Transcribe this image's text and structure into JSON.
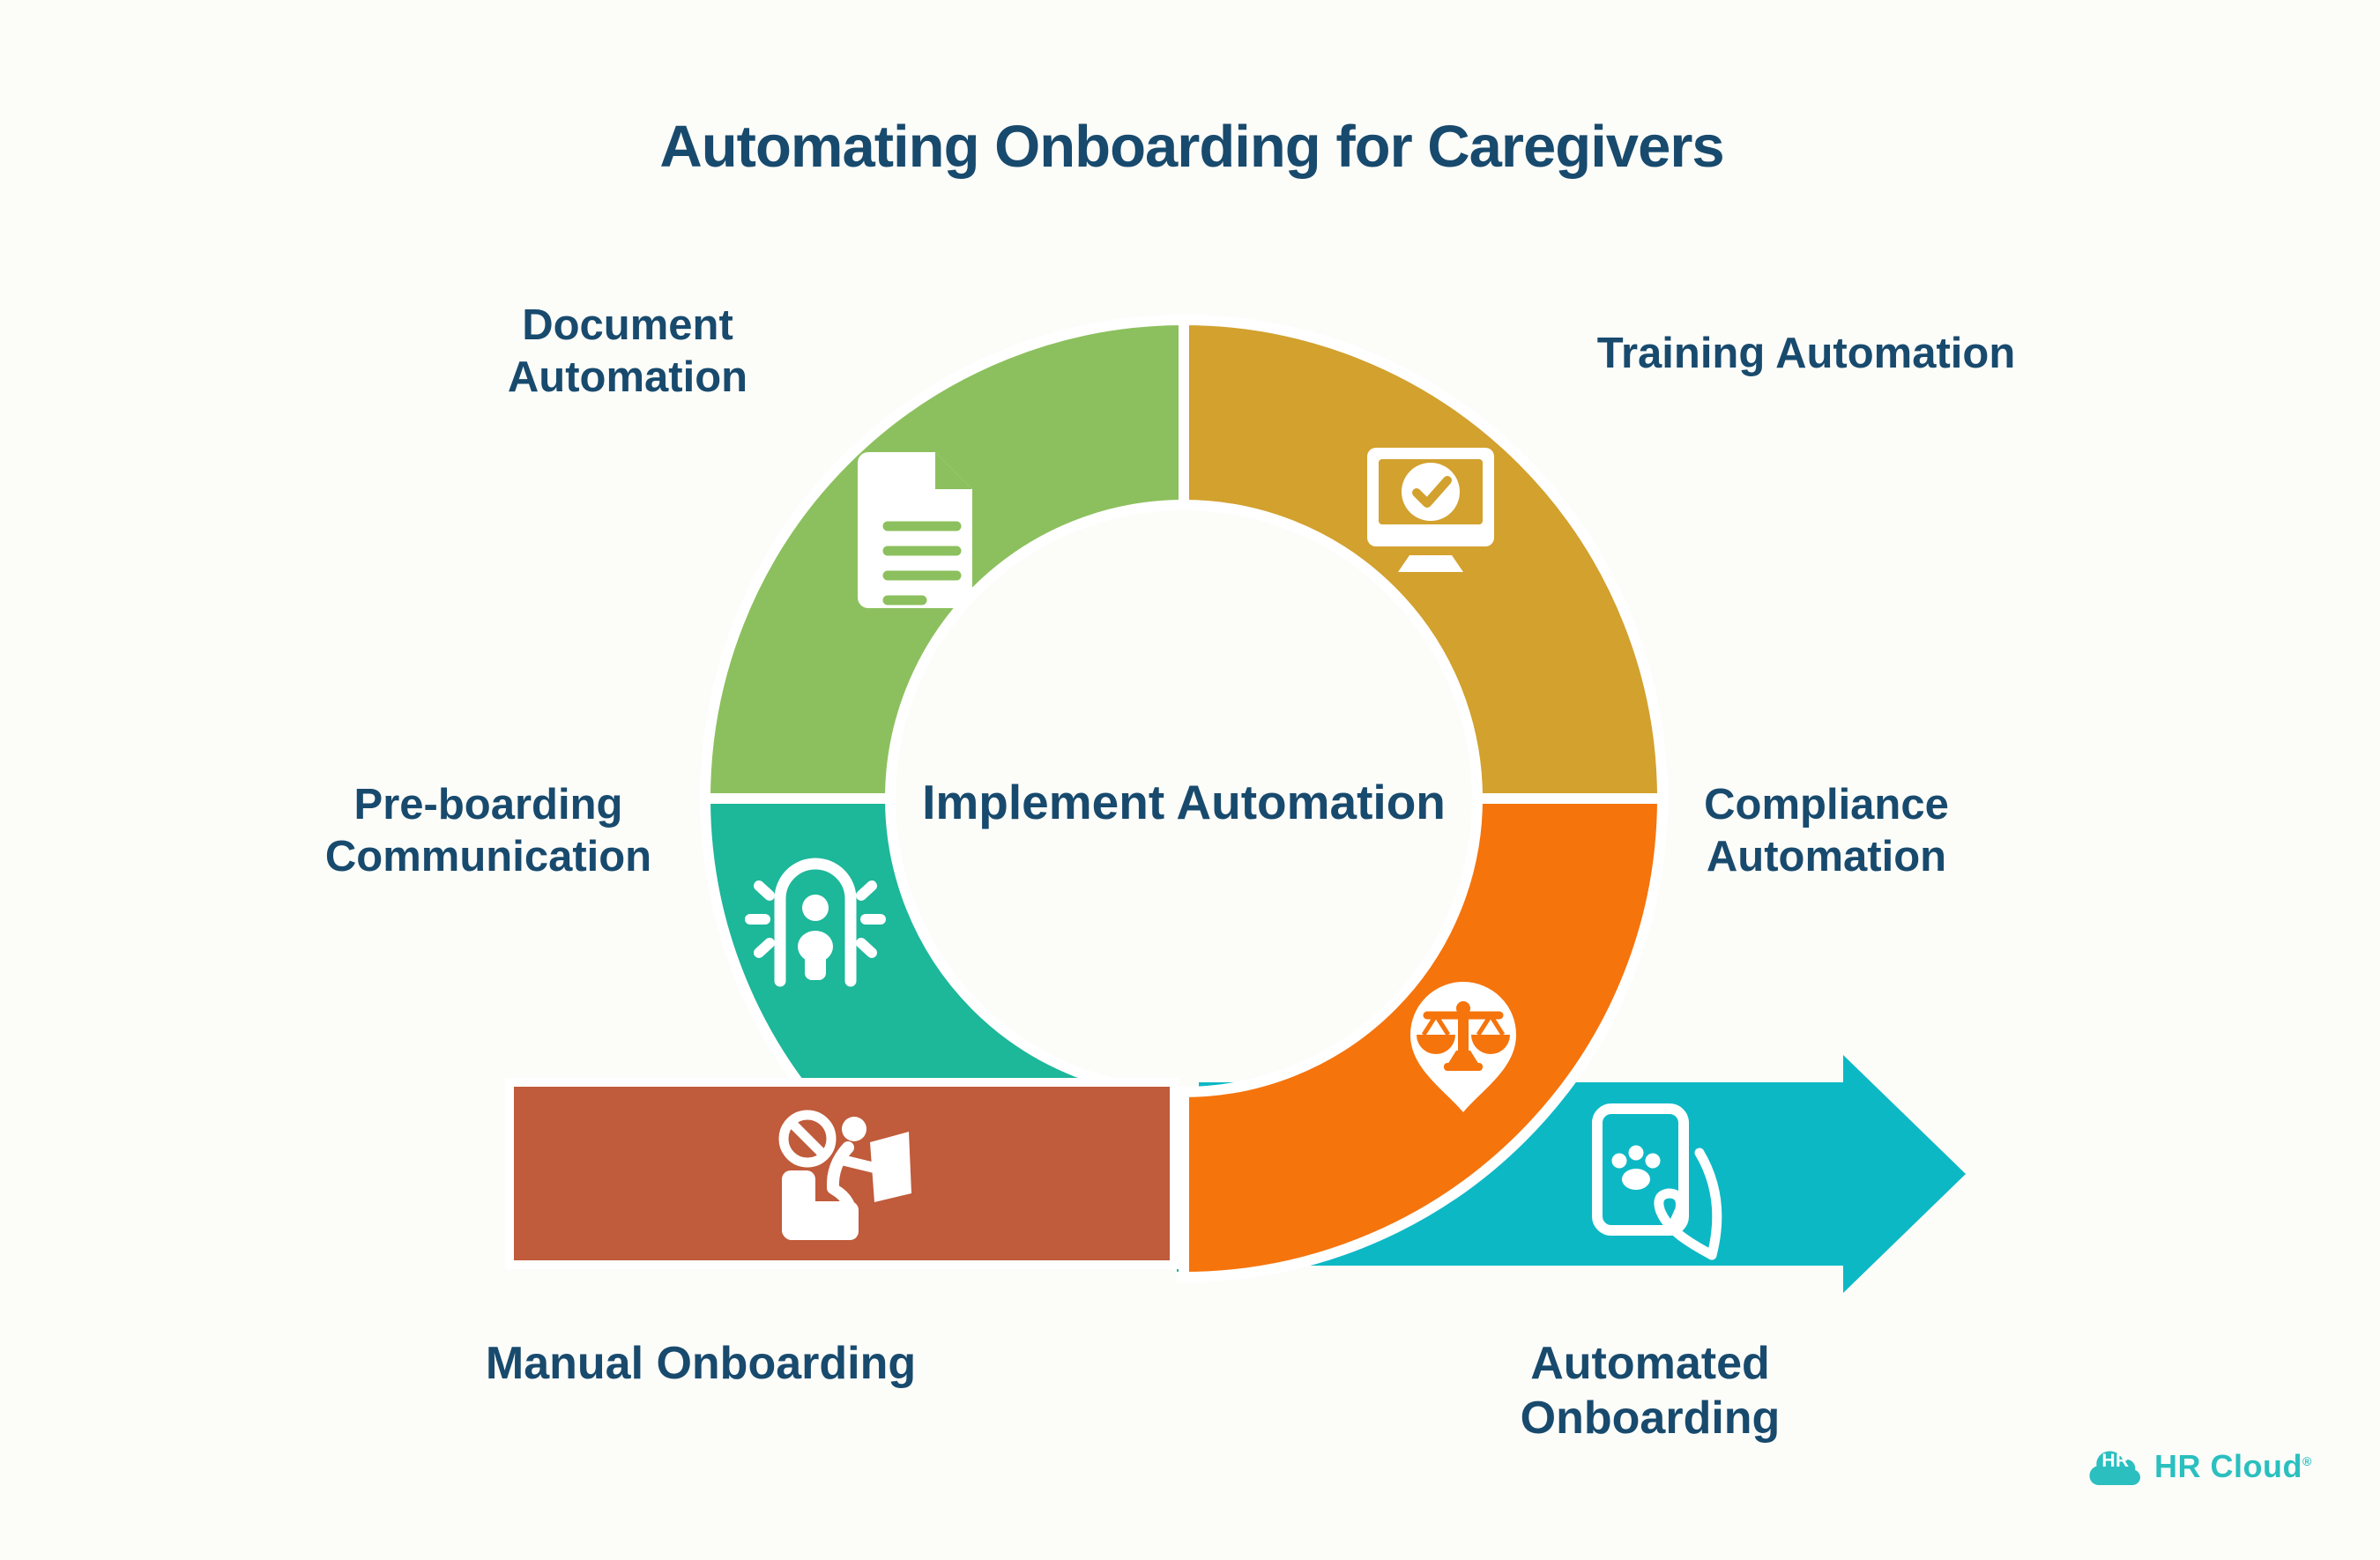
{
  "title": "Automating Onboarding for Caregivers",
  "center_label": "Implement Automation",
  "segments": [
    {
      "id": "document-automation",
      "line1": "Document",
      "line2": "Automation",
      "color": "#8cc05e",
      "icon": "document-icon"
    },
    {
      "id": "training-automation",
      "line1": "Training Automation",
      "line2": "",
      "color": "#d2a12e",
      "icon": "monitor-check-icon"
    },
    {
      "id": "preboarding-communication",
      "line1": "Pre-boarding",
      "line2": "Communication",
      "color": "#1db79a",
      "icon": "body-scanner-icon"
    },
    {
      "id": "compliance-automation",
      "line1": "Compliance",
      "line2": "Automation",
      "color": "#f5740c",
      "icon": "scales-pin-icon"
    }
  ],
  "flow": {
    "manual": {
      "label": "Manual Onboarding",
      "color": "#c05b3b",
      "icon": "no-manual-paperwork-icon"
    },
    "automated": {
      "line1": "Automated",
      "line2": "Onboarding",
      "color": "#0db8c5",
      "icon": "phone-paw-icon"
    }
  },
  "logo": {
    "badge": "HR",
    "name": "HR Cloud",
    "registered": "®",
    "color": "#2bbfbf"
  },
  "colors": {
    "text": "#184a6d",
    "background": "#fcfcf9",
    "icon": "#ffffff"
  }
}
